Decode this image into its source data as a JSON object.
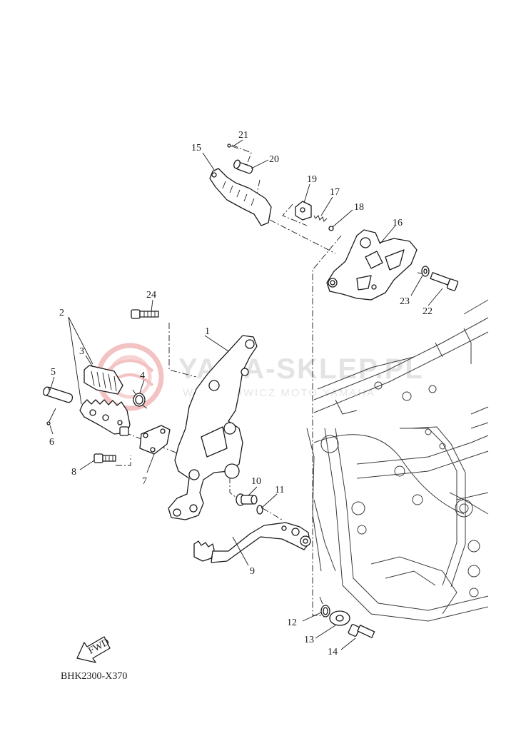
{
  "diagram_code": "BHK2300-X370",
  "watermark": {
    "brand": "YAMA-SKLEP.PL",
    "subtitle": "WOJ  CHOWICZ MOTO YAMAHA"
  },
  "fwd_label": "FWD",
  "callouts": [
    {
      "id": "1",
      "text": "1"
    },
    {
      "id": "2",
      "text": "2"
    },
    {
      "id": "3",
      "text": "3"
    },
    {
      "id": "4",
      "text": "4"
    },
    {
      "id": "5",
      "text": "5"
    },
    {
      "id": "6",
      "text": "6"
    },
    {
      "id": "7",
      "text": "7"
    },
    {
      "id": "8",
      "text": "8"
    },
    {
      "id": "9",
      "text": "9"
    },
    {
      "id": "10",
      "text": "10"
    },
    {
      "id": "11",
      "text": "11"
    },
    {
      "id": "12",
      "text": "12"
    },
    {
      "id": "13",
      "text": "13"
    },
    {
      "id": "14",
      "text": "14"
    },
    {
      "id": "15",
      "text": "15"
    },
    {
      "id": "16",
      "text": "16"
    },
    {
      "id": "17",
      "text": "17"
    },
    {
      "id": "18",
      "text": "18"
    },
    {
      "id": "19",
      "text": "19"
    },
    {
      "id": "20",
      "text": "20"
    },
    {
      "id": "21",
      "text": "21"
    },
    {
      "id": "22",
      "text": "22"
    },
    {
      "id": "23",
      "text": "23"
    },
    {
      "id": "24",
      "text": "24"
    }
  ]
}
